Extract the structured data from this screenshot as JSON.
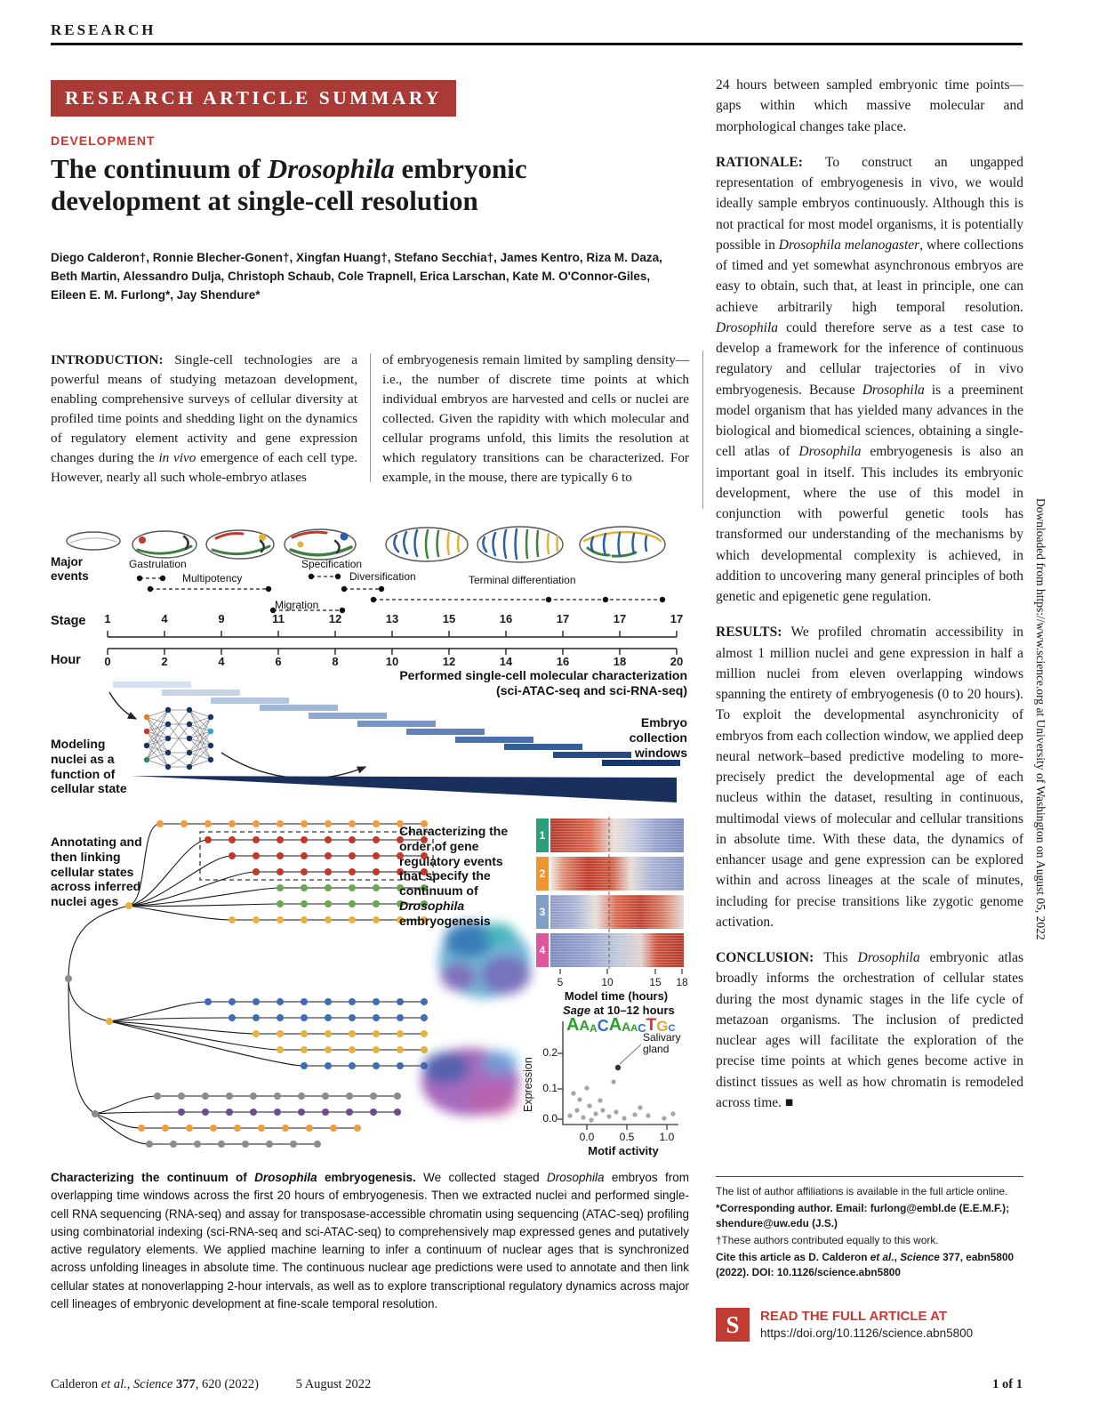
{
  "page": {
    "kicker": "RESEARCH",
    "sideways_text": "Downloaded from https://www.science.org at University of Washington on August 05, 2022",
    "footer": {
      "citation_segments": [
        {
          "text": "Calderon "
        },
        {
          "text": "et al.",
          "italic": true
        },
        {
          "text": ", "
        },
        {
          "text": "Science",
          "italic": true
        },
        {
          "text": " 377",
          "bold": true
        },
        {
          "text": ", 620 (2022)"
        }
      ],
      "date": "5 August 2022",
      "page_number": "1 of 1"
    }
  },
  "header": {
    "banner": "RESEARCH ARTICLE SUMMARY",
    "section": "DEVELOPMENT",
    "title_segments": [
      {
        "text": "The continuum of "
      },
      {
        "text": "Drosophila",
        "italic": true
      },
      {
        "text": " embryonic development at single-cell resolution"
      }
    ],
    "authors": "Diego Calderon†, Ronnie Blecher-Gonen†, Xingfan Huang†, Stefano Secchia†, James Kentro, Riza M. Daza, Beth Martin, Alessandro Dulja, Christoph Schaub, Cole Trapnell, Erica Larschan, Kate M. O'Connor-Giles, Eileen E. M. Furlong*, Jay Shendure*"
  },
  "intro": {
    "col1": [
      {
        "text": "INTRODUCTION: ",
        "bold": true
      },
      {
        "text": "Single-cell technologies are a powerful means of studying metazoan development, enabling comprehensive surveys of cellular diversity at profiled time points and shedding light on the dynamics of regulatory element activity and gene expression changes during the "
      },
      {
        "text": "in vivo",
        "italic": true
      },
      {
        "text": " emergence of each cell type. However, nearly all such whole-embryo atlases"
      }
    ],
    "col2": [
      {
        "text": "of embryogenesis remain limited by sampling density—i.e., the number of discrete time points at which individual embryos are harvested and cells or nuclei are collected. Given the rapidity with which molecular and cellular programs unfold, this limits the resolution at which regulatory transitions can be characterized. For example, in the mouse, there are typically 6 to"
      }
    ]
  },
  "right_column": {
    "paragraphs": [
      [
        {
          "text": "24 hours between sampled embryonic time points—gaps within which massive molecular and morphological changes take place."
        }
      ],
      [
        {
          "text": "RATIONALE: ",
          "bold": true
        },
        {
          "text": "To construct an ungapped representation of embryogenesis in vivo, we would ideally sample embryos continuously. Although this is not practical for most model organisms, it is potentially possible in "
        },
        {
          "text": "Drosophila melanogaster",
          "italic": true
        },
        {
          "text": ", where collections of timed and yet somewhat asynchronous embryos are easy to obtain, such that, at least in principle, one can achieve arbitrarily high temporal resolution. "
        },
        {
          "text": "Drosophila",
          "italic": true
        },
        {
          "text": " could therefore serve as a test case to develop a framework for the inference of continuous regulatory and cellular trajectories of in vivo embryogenesis. Because "
        },
        {
          "text": "Drosophila",
          "italic": true
        },
        {
          "text": " is a preeminent model organism that has yielded many advances in the biological and biomedical sciences, obtaining a single-cell atlas of "
        },
        {
          "text": "Drosophila",
          "italic": true
        },
        {
          "text": " embryogenesis is also an important goal in itself. This includes its embryonic development, where the use of this model in conjunction with powerful genetic tools has transformed our understanding of the mechanisms by which developmental complexity is achieved, in addition to uncovering many general principles of both genetic and epigenetic gene regulation."
        }
      ],
      [
        {
          "text": "RESULTS: ",
          "bold": true
        },
        {
          "text": "We profiled chromatin accessibility in almost 1 million nuclei and gene expression in half a million nuclei from eleven overlapping windows spanning the entirety of embryogenesis (0 to 20 hours). To exploit the developmental asynchronicity of embryos from each collection window, we applied deep neural network–based predictive modeling to more-precisely predict the developmental age of each nucleus within the dataset, resulting in continuous, multimodal views of molecular and cellular transitions in absolute time. With these data, the dynamics of enhancer usage and gene expression can be explored within and across lineages at the scale of minutes, including for precise transitions like zygotic genome activation."
        }
      ],
      [
        {
          "text": "CONCLUSION: ",
          "bold": true
        },
        {
          "text": "This "
        },
        {
          "text": "Drosophila",
          "italic": true
        },
        {
          "text": " embryonic atlas broadly informs the orchestration of cellular states during the most dynamic stages in the life cycle of metazoan organisms. The inclusion of predicted nuclear ages will facilitate the exploration of the precise time points at which genes become active in distinct tissues as well as how chromatin is remodeled across time. ■"
        }
      ]
    ]
  },
  "figure": {
    "labels": {
      "major_events": "Major events",
      "gastrulation": "Gastrulation",
      "multipotency": "Multipotency",
      "specification": "Specification",
      "diversification": "Diversification",
      "migration": "Migration",
      "terminal_differentiation": "Terminal differentiation",
      "performed_line1": "Performed single-cell molecular characterization",
      "performed_line2": "(sci-ATAC-seq and sci-RNA-seq)",
      "collection_windows": "Embryo collection windows",
      "modeling": "Modeling nuclei as a function of cellular state",
      "annotating": "Annotating and then linking cellular states across inferred nuclei ages",
      "characterizing_segments": [
        {
          "text": "Characterizing the order of gene regulatory events that specify the continuum of "
        },
        {
          "text": "Drosophila",
          "italic": true
        },
        {
          "text": " embryogenesis"
        }
      ]
    },
    "stage_axis": {
      "label": "Stage",
      "ticks": [
        "1",
        "4",
        "9",
        "11",
        "12",
        "13",
        "15",
        "16",
        "17",
        "17",
        "17"
      ]
    },
    "hour_axis": {
      "label": "Hour",
      "ticks": [
        "0",
        "2",
        "4",
        "6",
        "8",
        "10",
        "12",
        "14",
        "16",
        "18",
        "20"
      ]
    },
    "heatmap": {
      "row_labels": [
        "1",
        "2",
        "3",
        "4"
      ],
      "row_colors": [
        "#2aa07a",
        "#ef9433",
        "#7f9fc6",
        "#e0569b"
      ],
      "xticks": [
        "5",
        "10",
        "15",
        "18"
      ],
      "xlabel": "Model time (hours)"
    },
    "motif": {
      "title_segments": [
        {
          "text": "Sage",
          "italic": true
        },
        {
          "text": " at 10–12 hours"
        }
      ],
      "letters": [
        {
          "text": "A",
          "color": "#2aa02a",
          "size": 20
        },
        {
          "text": "A",
          "color": "#2aa02a",
          "size": 16
        },
        {
          "text": "A",
          "color": "#2aa02a",
          "size": 12
        },
        {
          "text": "C",
          "color": "#2b6fd4",
          "size": 18
        },
        {
          "text": "A",
          "color": "#2aa02a",
          "size": 20
        },
        {
          "text": "A",
          "color": "#2aa02a",
          "size": 14
        },
        {
          "text": "A",
          "color": "#2aa02a",
          "size": 11
        },
        {
          "text": "C",
          "color": "#2b6fd4",
          "size": 13
        },
        {
          "text": "T",
          "color": "#d0342c",
          "size": 19
        },
        {
          "text": "G",
          "color": "#e8a33a",
          "size": 17
        },
        {
          "text": "C",
          "color": "#2b6fd4",
          "size": 11
        }
      ],
      "callout": "Salivary gland"
    },
    "scatter": {
      "ylabel": "Expression",
      "xlabel": "Motif activity",
      "yticks": [
        "0.2",
        "0.1",
        "0.0"
      ],
      "xticks": [
        "0.0",
        "0.5",
        "1.0"
      ]
    }
  },
  "caption": [
    {
      "text": "Characterizing the continuum of ",
      "bold": true
    },
    {
      "text": "Drosophila",
      "bold": true,
      "italic": true
    },
    {
      "text": " embryogenesis.",
      "bold": true
    },
    {
      "text": " We collected staged "
    },
    {
      "text": "Drosophila",
      "italic": true
    },
    {
      "text": " embryos from overlapping time windows across the first 20 hours of embryogenesis. Then we extracted nuclei and performed single-cell RNA sequencing (RNA-seq) and assay for transposase-accessible chromatin using sequencing (ATAC-seq) profiling using combinatorial indexing (sci-RNA-seq and sci-ATAC-seq) to comprehensively map expressed genes and putatively active regulatory elements. We applied machine learning to infer a continuum of nuclear ages that is synchronized across unfolding lineages in absolute time. The continuous nuclear age predictions were used to annotate and then link cellular states at nonoverlapping 2-hour intervals, as well as to explore transcriptional regulatory dynamics across major cell lineages of embryonic development at fine-scale temporal resolution."
    }
  ],
  "footnotes": [
    [
      {
        "text": "The list of author affiliations is available in the full article online."
      }
    ],
    [
      {
        "text": "*Corresponding author. Email: furlong@embl.de (E.E.M.F.); shendure@uw.edu (J.S.)",
        "bold": true
      }
    ],
    [
      {
        "text": "†These authors contributed equally to this work."
      }
    ],
    [
      {
        "text": "Cite this article as D. Calderon ",
        "bold": true
      },
      {
        "text": "et al.",
        "bold": true,
        "italic": true
      },
      {
        "text": ", ",
        "bold": true
      },
      {
        "text": "Science",
        "bold": true,
        "italic": true
      },
      {
        "text": " 377, eabn5800 (2022). DOI: 10.1126/science.abn5800",
        "bold": true
      }
    ]
  ],
  "read_box": {
    "logo_letter": "S",
    "title": "READ THE FULL ARTICLE AT",
    "url": "https://doi.org/10.1126/science.abn5800"
  }
}
